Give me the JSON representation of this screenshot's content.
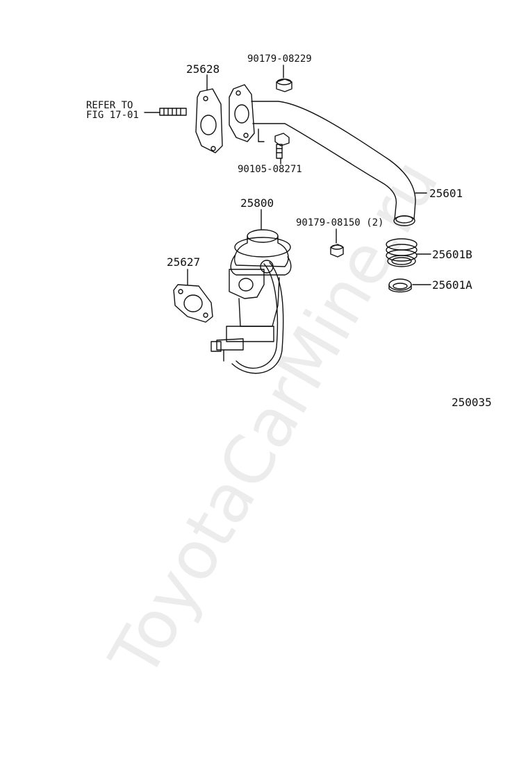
{
  "watermark": "ToyotaCarMine.ru",
  "figure_code": "250035",
  "reference": {
    "line1": "REFER TO",
    "line2": "FIG 17-01"
  },
  "labels": {
    "gasket_upper": "25628",
    "bolt_upper": "90179-08229",
    "bolt_lower": "90105-08271",
    "pipe": "25601",
    "valve": "25800",
    "gasket_lower": "25627",
    "nut_pair": "90179-08150 (2)",
    "seal_b": "25601B",
    "seal_a": "25601A"
  }
}
